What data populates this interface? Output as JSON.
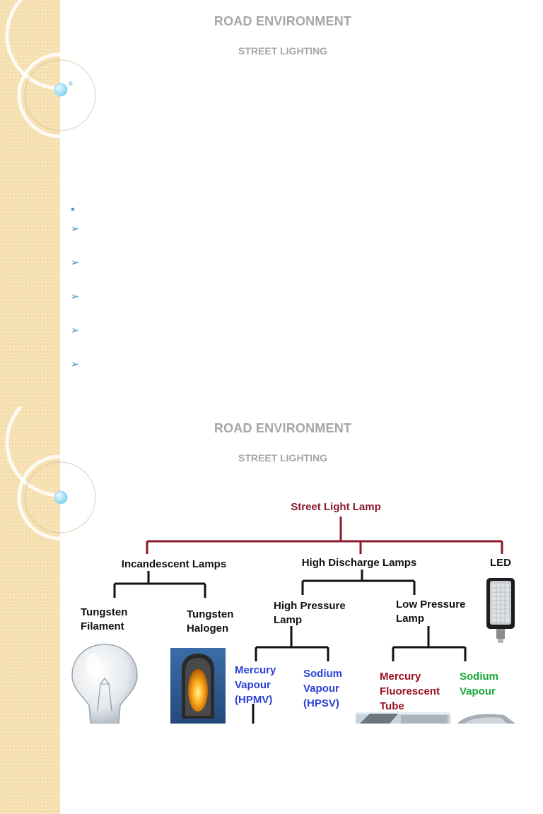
{
  "slides": [
    {
      "title": "ROAD ENVIRONMENT",
      "subtitle": "STREET LIGHTING"
    },
    {
      "title": "ROAD ENVIRONMENT",
      "subtitle": "STREET LIGHTING",
      "chart": {
        "root": "Street Light Lamp",
        "incandescent": "Incandescent Lamps",
        "high_discharge": "High Discharge Lamps",
        "led": "LED",
        "tungsten_filament": [
          "Tungsten",
          "Filament"
        ],
        "tungsten_halogen": [
          "Tungsten",
          "Halogen"
        ],
        "high_pressure": [
          "High Pressure",
          "Lamp"
        ],
        "low_pressure": [
          "Low Pressure",
          "Lamp"
        ],
        "hpmv": [
          "Mercury",
          "Vapour",
          "(HPMV)"
        ],
        "hpsv": [
          "Sodium",
          "Vapour",
          "(HPSV)"
        ],
        "mercury_fluorescent": [
          "Mercury",
          "Fluorescent",
          "Tube"
        ],
        "sodium_vapour": [
          "Sodium",
          "Vapour"
        ]
      }
    }
  ],
  "colors": {
    "title_gray": "#a6a6a6",
    "root_red": "#8b1a2b",
    "blue": "#2b3fd6",
    "dark_red": "#9a1020",
    "green": "#18a838",
    "bullet_blue": "#2a87b5"
  },
  "icons": [
    "bubble-icon",
    "arrow-bullet-icon",
    "lightbulb-image",
    "halogen-lamp-image",
    "led-lamp-image"
  ]
}
